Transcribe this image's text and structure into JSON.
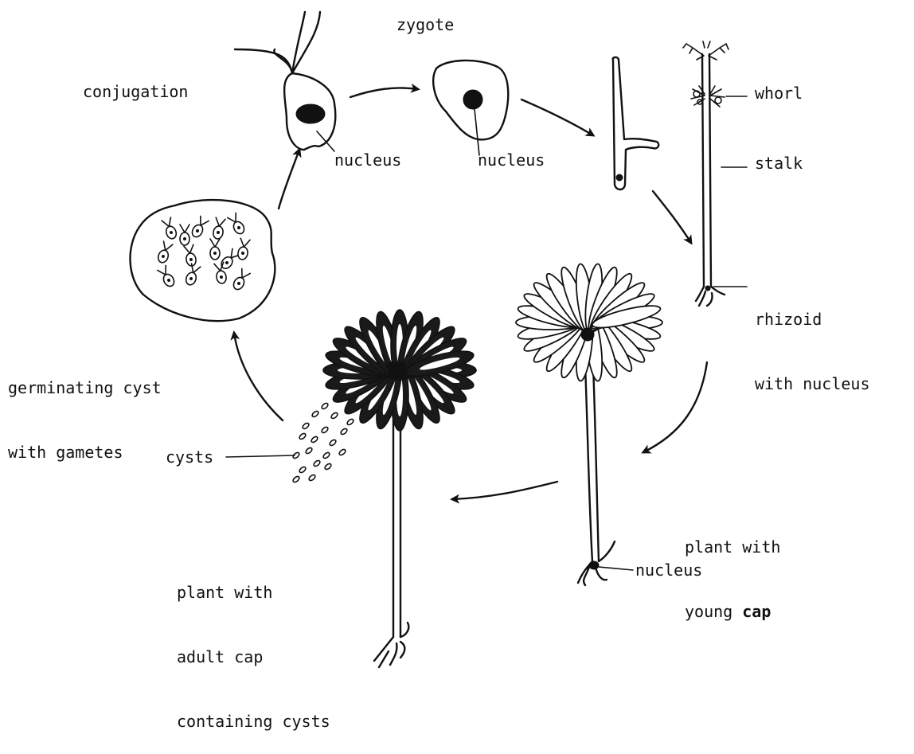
{
  "labels": {
    "zygote": "zygote",
    "conjugation": "conjugation",
    "nucleus_gamete": "nucleus",
    "nucleus_zygote": "nucleus",
    "whorl": "whorl",
    "stalk": "stalk",
    "rhizoid_line1": "rhizoid",
    "rhizoid_line2": "with nucleus",
    "germinating_line1": "germinating cyst",
    "germinating_line2": "with gametes",
    "cysts": "cysts",
    "young_cap_line1": "plant with",
    "young_cap_line2_pre": "young ",
    "young_cap_line2_bold": "cap",
    "adult_cap_line1": "plant with",
    "adult_cap_line2": "adult cap",
    "adult_cap_line3": "containing cysts",
    "nucleus_young_plant": "nucleus"
  },
  "colors": {
    "ink": "#111111",
    "background": "#ffffff"
  }
}
